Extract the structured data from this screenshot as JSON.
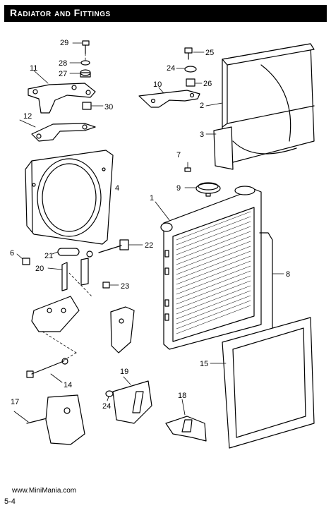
{
  "header": {
    "title": "Radiator and Fittings"
  },
  "footer": {
    "url": "www.MiniMania.com",
    "page": "5-4"
  },
  "callouts": {
    "c1": "1",
    "c2": "2",
    "c3": "3",
    "c4": "4",
    "c6": "6",
    "c7": "7",
    "c8": "8",
    "c9": "9",
    "c10": "10",
    "c11": "11",
    "c12": "12",
    "c14": "14",
    "c15": "15",
    "c17": "17",
    "c18": "18",
    "c19": "19",
    "c20": "20",
    "c21": "21",
    "c22": "22",
    "c23": "23",
    "c24a": "24",
    "c24b": "24",
    "c25": "25",
    "c26": "26",
    "c27": "27",
    "c28": "28",
    "c29": "29",
    "c30": "30"
  }
}
